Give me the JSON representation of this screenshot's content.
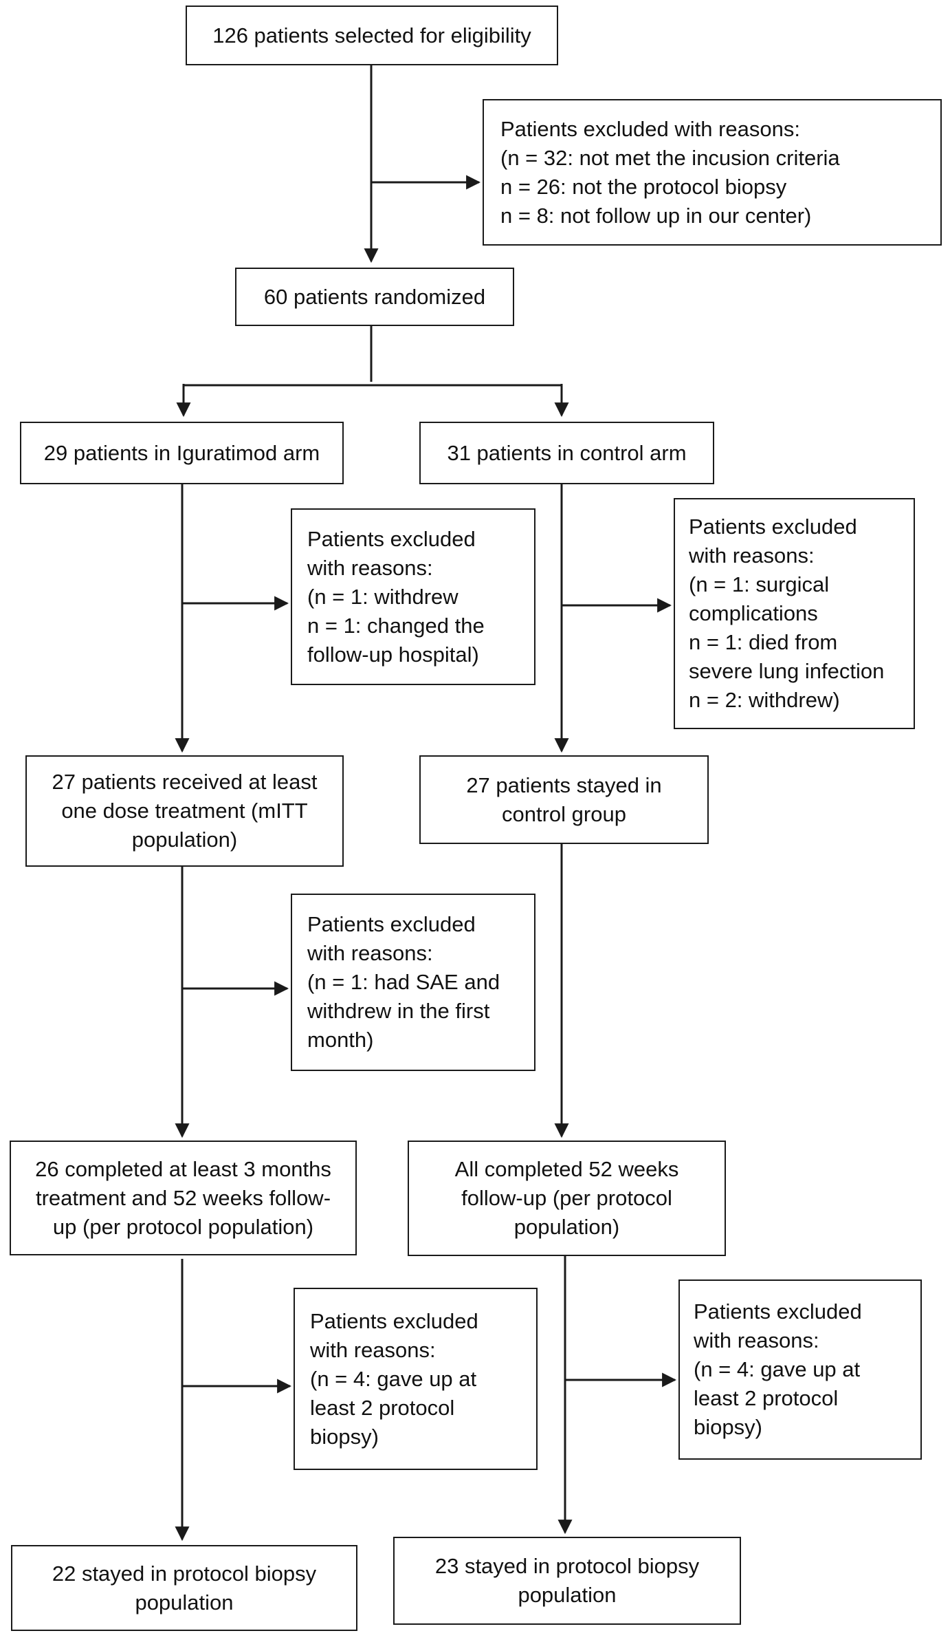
{
  "nodes": {
    "eligibility": {
      "lines": [
        "126 patients selected for eligibility"
      ]
    },
    "excluded_initial": {
      "lines": [
        "Patients excluded with reasons:",
        "(n = 32: not met the incusion criteria",
        "n = 26: not the protocol biopsy",
        "n = 8: not follow up in our center)"
      ]
    },
    "randomized": {
      "lines": [
        "60 patients randomized"
      ]
    },
    "iguratimod_arm": {
      "lines": [
        "29 patients in Iguratimod arm"
      ]
    },
    "control_arm": {
      "lines": [
        "31 patients in control arm"
      ]
    },
    "excluded_iguratimod_1": {
      "lines": [
        "Patients excluded",
        "with reasons:",
        "(n = 1: withdrew",
        "n = 1: changed the",
        "follow-up hospital)"
      ]
    },
    "excluded_control_1": {
      "lines": [
        "Patients excluded",
        "with reasons:",
        "(n = 1: surgical",
        "complications",
        "n = 1: died from",
        "severe lung infection",
        "n = 2: withdrew)"
      ]
    },
    "mitt_population": {
      "lines": [
        "27 patients received at least",
        "one dose treatment (mITT",
        "population)"
      ]
    },
    "control_stayed": {
      "lines": [
        "27 patients stayed in",
        "control group"
      ]
    },
    "excluded_iguratimod_2": {
      "lines": [
        "Patients excluded",
        "with reasons:",
        "(n = 1: had SAE and",
        "withdrew in the first",
        "month)"
      ]
    },
    "per_protocol_iguratimod": {
      "lines": [
        "26 completed at least 3 months",
        "treatment and 52 weeks follow-",
        "up (per protocol population)"
      ]
    },
    "per_protocol_control": {
      "lines": [
        "All completed 52 weeks",
        "follow-up (per protocol",
        "population)"
      ]
    },
    "excluded_iguratimod_3": {
      "lines": [
        "Patients excluded",
        "with reasons:",
        "(n = 4: gave up at",
        "least 2 protocol",
        "biopsy)"
      ]
    },
    "excluded_control_3": {
      "lines": [
        "Patients excluded",
        "with reasons:",
        "(n = 4: gave up at",
        "least 2 protocol",
        "biopsy)"
      ]
    },
    "biopsy_iguratimod": {
      "lines": [
        "22 stayed in protocol biopsy",
        "population"
      ]
    },
    "biopsy_control": {
      "lines": [
        "23 stayed in protocol biopsy",
        "population"
      ]
    }
  }
}
